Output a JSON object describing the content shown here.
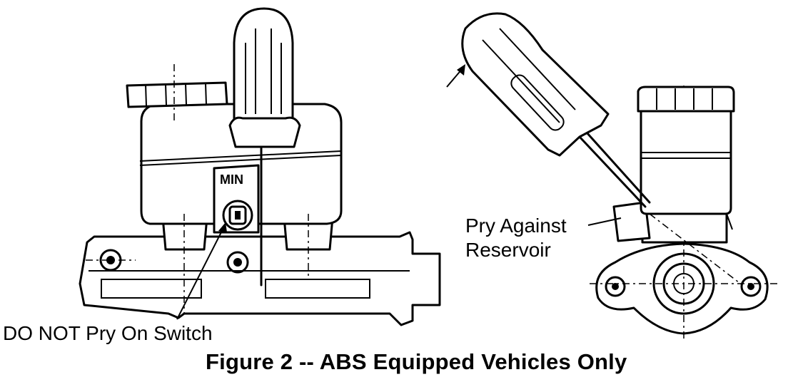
{
  "labels": {
    "min_mark": "MIN",
    "do_not_pry": "DO NOT Pry On Switch",
    "pry_against_line1": "Pry Against",
    "pry_against_line2": "Reservoir"
  },
  "caption": "Figure 2 -- ABS Equipped Vehicles Only",
  "icons": [
    "screwdriver-icon",
    "master-cylinder-drawing",
    "level-switch-icon"
  ]
}
